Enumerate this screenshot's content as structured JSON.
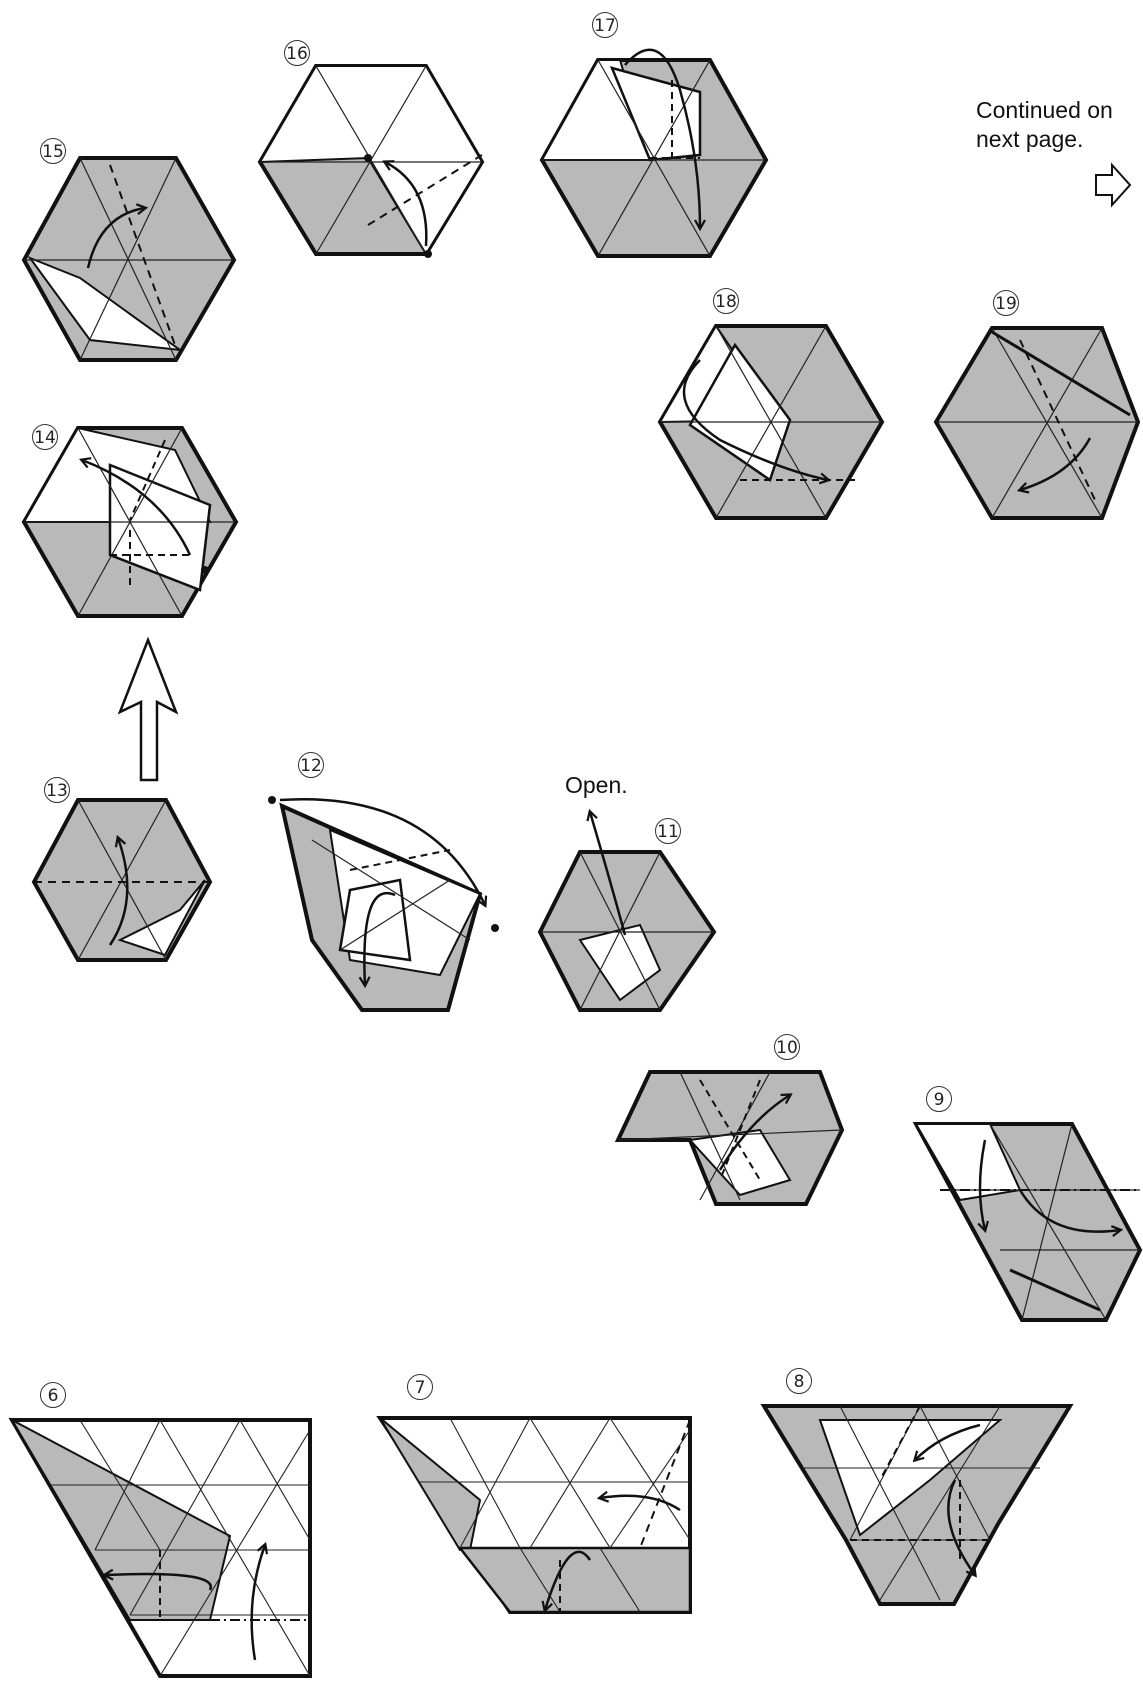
{
  "steps": {
    "s6": "6",
    "s7": "7",
    "s8": "8",
    "s9": "9",
    "s10": "10",
    "s11": "11",
    "s12": "12",
    "s13": "13",
    "s14": "14",
    "s15": "15",
    "s16": "16",
    "s17": "17",
    "s18": "18",
    "s19": "19"
  },
  "notes": {
    "open": "Open.",
    "continued_line1": "Continued on",
    "continued_line2": "next page."
  },
  "colors": {
    "paper_back": "#b9b9b9",
    "paper_front": "#ffffff",
    "line": "#111111"
  }
}
